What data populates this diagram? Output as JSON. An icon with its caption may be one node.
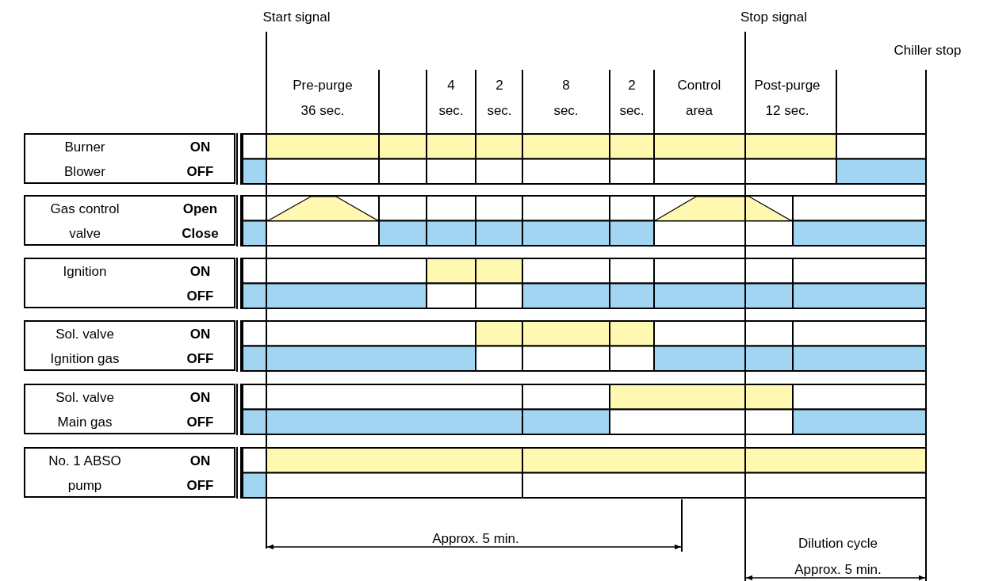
{
  "diagram": {
    "nodes": [
      {
        "text": [
          "Burner Blower",
          "ON",
          "OFF"
        ]
      },
      {
        "text": [
          "Gas control valve",
          "Open",
          "Close"
        ]
      },
      {
        "text": [
          "Ignition",
          "ON",
          "OFF"
        ]
      },
      {
        "text": [
          "Sol. valve Ignition gas",
          "ON",
          "OFF"
        ]
      },
      {
        "text": [
          "Sol. valve Main gas",
          "ON",
          "OFF"
        ]
      },
      {
        "text": [
          "No. 1 ABSO pump",
          "ON",
          "OFF"
        ]
      }
    ],
    "labels": [
      "Start signal",
      "Stop signal",
      "Chiller stop",
      "Pre-purge 36 sec.",
      "4 sec.",
      "2 sec.",
      "8 sec.",
      "2 sec.",
      "Control area",
      "Post-purge 12 sec.",
      "Approx. 5 min.",
      "Dilution cycle",
      "Approx. 5 min."
    ]
  }
}
